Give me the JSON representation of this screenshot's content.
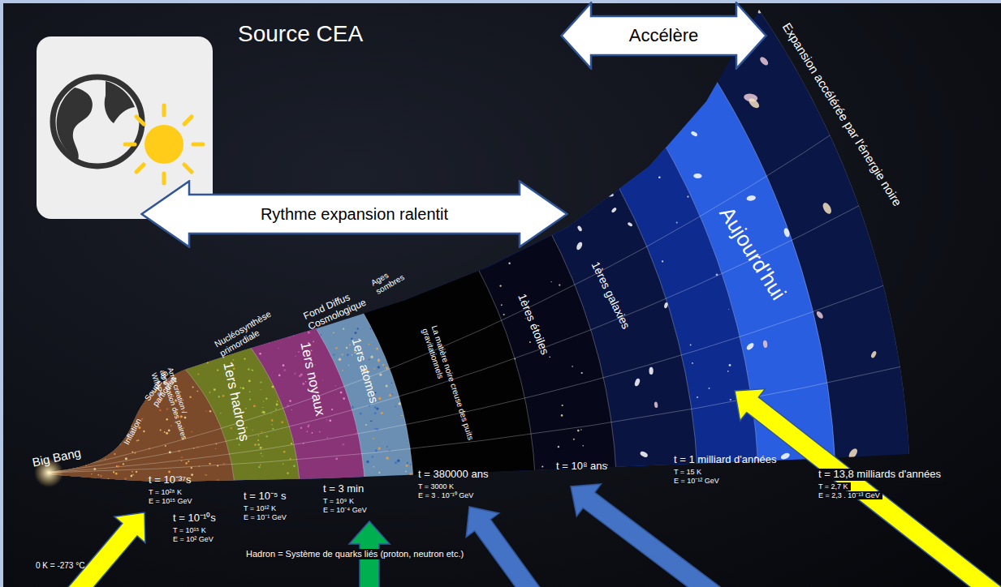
{
  "diagram": {
    "nodes": [
      {
        "text": [
          "Accélère"
        ]
      },
      {
        "text": [
          "Rythme expansion ralentit"
        ]
      }
    ],
    "labels": [
      "Source CEA",
      "Big Bang",
      "Inflation",
      "Soupe de particules",
      "Nucléosynthèse primordiale",
      "Fond Diffus Cosmologique",
      "Ages sombres",
      "Arrêt création / annihilation des paires WIMPs",
      "1ers hadrons",
      "1ers noyaux",
      "1ers atomes",
      "La matière noire creuse des puits gravitationnels",
      "1ères étoiles",
      "1ères galaxies",
      "Aujourd'hui",
      "Expansion accélérée par l'énergie noire",
      "t = 10⁻³⁷s",
      "T = 10²⁸ K",
      "E = 10¹⁵ GeV",
      "t = 10⁻¹⁰s",
      "T = 10¹⁵ K",
      "E = 10² GeV",
      "t = 10⁻⁵ s",
      "T = 10¹² K",
      "E = 10⁻¹ GeV",
      "t = 3 min",
      "T = 10⁹ K",
      "E = 10⁻⁴ GeV",
      "t = 380000 ans",
      "T = 3000 K",
      "E = 3 . 10⁻¹⁰ GeV",
      "t = 10⁸ ans",
      "t = 1 milliard d'années",
      "T = 15 K",
      "E = 10⁻¹² GeV",
      "t = 13,8 milliards d'années",
      "T = 2,7 K",
      "E = 2,3 . 10⁻¹³ GeV",
      "Hadron = Système de quarks liés (proton, neutron etc.)",
      "0 K = -273 °C"
    ]
  }
}
